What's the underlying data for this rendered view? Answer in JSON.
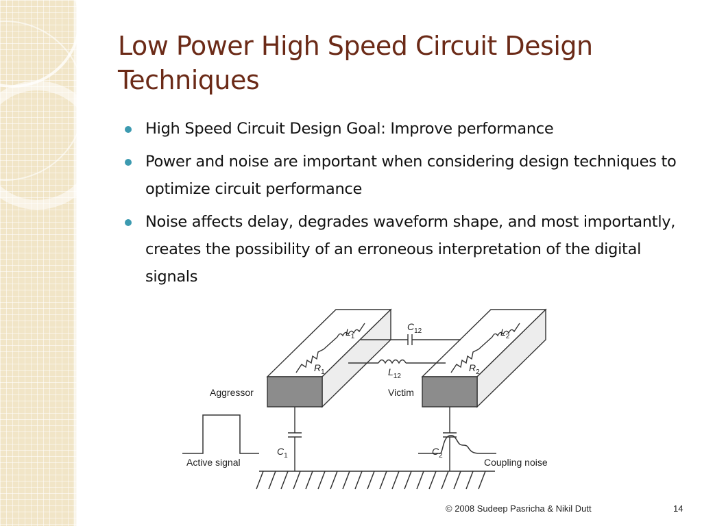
{
  "slide": {
    "title": "Low Power High Speed Circuit Design Techniques",
    "bullets": [
      "High Speed Circuit Design Goal: Improve performance",
      "Power and noise are important when considering design techniques to optimize circuit performance",
      "Noise affects delay, degrades waveform shape, and most importantly, creates the possibility of an erroneous interpretation of the digital signals"
    ]
  },
  "figure": {
    "aggressor_label": "Aggressor",
    "victim_label": "Victim",
    "l1": "L",
    "l1_sub": "1",
    "r1": "R",
    "r1_sub": "1",
    "l2": "L",
    "l2_sub": "2",
    "r2": "R",
    "r2_sub": "2",
    "c12": "C",
    "c12_sub": "12",
    "l12": "L",
    "l12_sub": "12",
    "c1": "C",
    "c1_sub": "1",
    "c2": "C",
    "c2_sub": "2",
    "active_signal_label": "Active signal",
    "coupling_noise_label": "Coupling noise"
  },
  "footer": {
    "credit": "© 2008 Sudeep Pasricha  & Nikil Dutt",
    "page_number": "14"
  },
  "colors": {
    "title": "#6b2a17",
    "bullet": "#3c9ab0",
    "side_panel": "#f1e5c7"
  }
}
